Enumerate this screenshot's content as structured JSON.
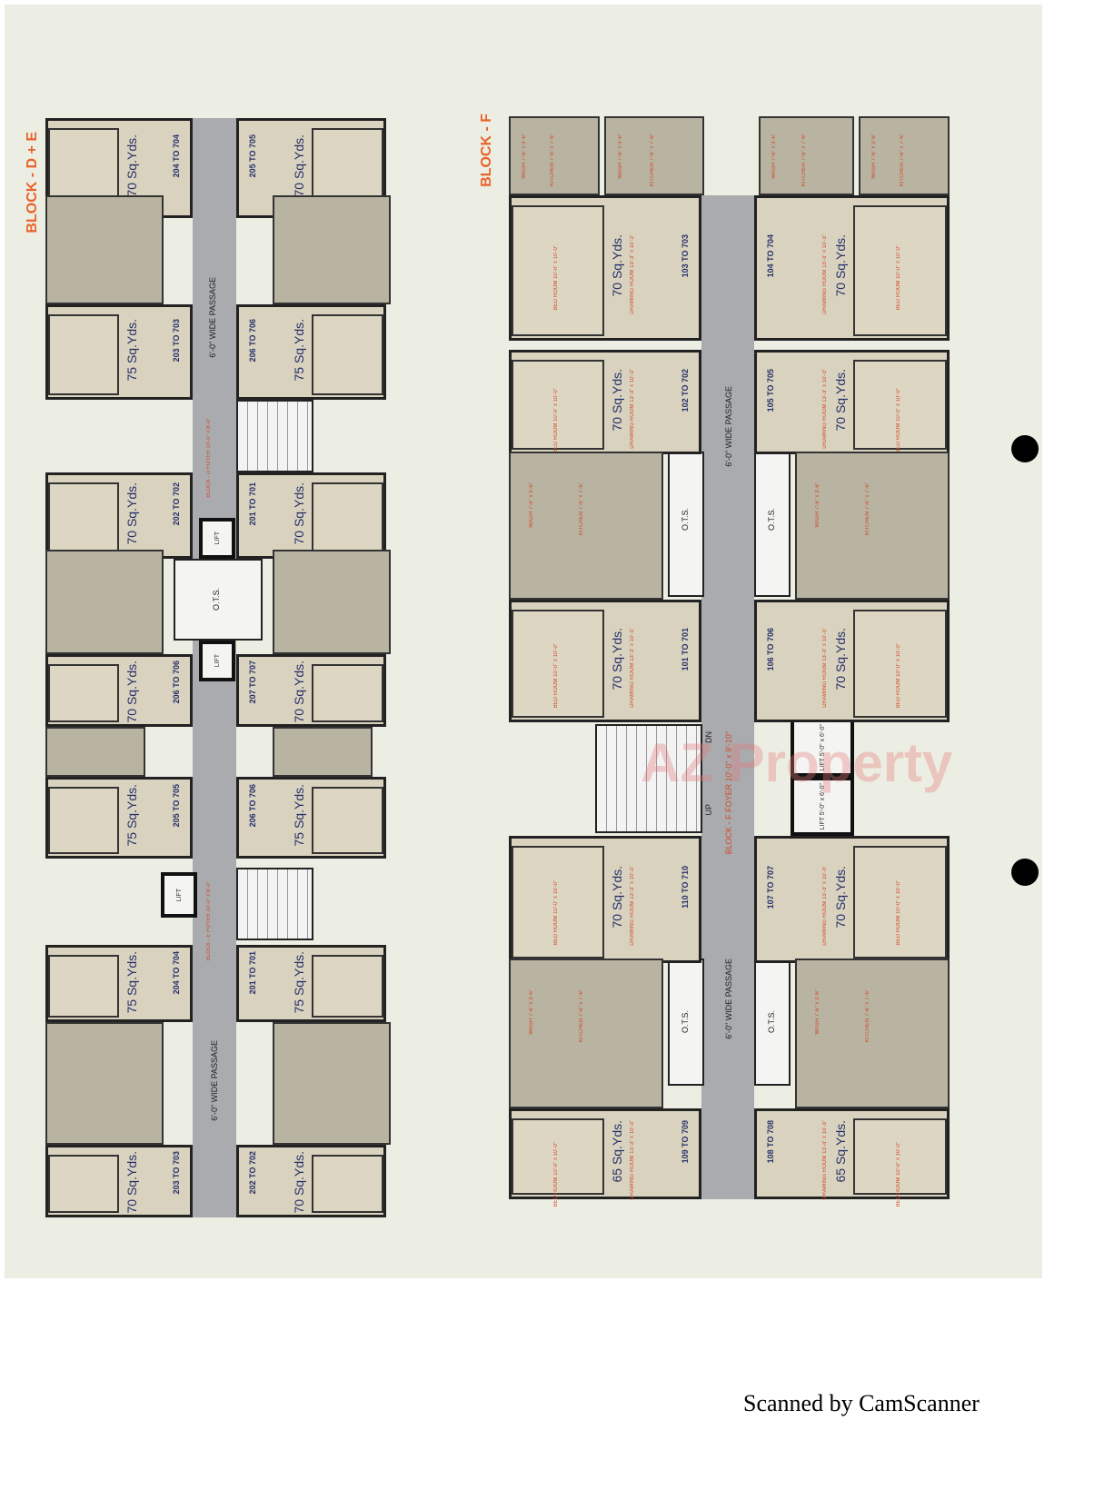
{
  "block_de": {
    "title": "BLOCK - D + E",
    "passage": "6'-0\" WIDE PASSAGE",
    "foyer_d": "BLOCK - D FOYER 10'-0\" x 8'-0\"",
    "foyer_e": "BLOCK - E FOYER 10'-0\" x 8'-0\"",
    "lift": "LIFT",
    "ots": "O.T.S.",
    "left_units": [
      {
        "area": "70 Sq.Yds.",
        "numbers": "204 TO 704"
      },
      {
        "area": "75 Sq.Yds.",
        "numbers": "203 TO 703"
      },
      {
        "area": "70 Sq.Yds.",
        "numbers": "202 TO 702"
      },
      {
        "area": "70 Sq.Yds.",
        "numbers": "206 TO 706"
      },
      {
        "area": "75 Sq.Yds.",
        "numbers": "205 TO 705"
      },
      {
        "area": "75 Sq.Yds.",
        "numbers": "204 TO 704"
      },
      {
        "area": "70 Sq.Yds.",
        "numbers": "203 TO 703"
      }
    ],
    "right_units": [
      {
        "area": "70 Sq.Yds.",
        "numbers": "205 TO 705"
      },
      {
        "area": "75 Sq.Yds.",
        "numbers": "206 TO 706"
      },
      {
        "area": "70 Sq.Yds.",
        "numbers": "201 TO 701"
      },
      {
        "area": "70 Sq.Yds.",
        "numbers": "207 TO 707"
      },
      {
        "area": "75 Sq.Yds.",
        "numbers": "206 TO 706"
      },
      {
        "area": "75 Sq.Yds.",
        "numbers": "201 TO 701"
      },
      {
        "area": "70 Sq.Yds.",
        "numbers": "202 TO 702"
      }
    ]
  },
  "block_f": {
    "title": "BLOCK - F",
    "passage": "6'-0\" WIDE PASSAGE",
    "foyer": "BLOCK - F FOYER 10'-0\" x 9'-10\"",
    "lift_1": "LIFT 5'-0\" x 6'-0\"",
    "lift_2": "LIFT 5'-0\" x 6'-0\"",
    "stair_up": "UP",
    "stair_dn": "DN",
    "ots": "O.T.S.",
    "bed_room": "BED ROOM 10'-0\" x 10'-0\"",
    "drawing_room": "DRAWING ROOM 13'-3\" x 10'-3\"",
    "kitchen": "KITCHEN 7'-6\" x 7'-6\"",
    "wash": "WASH 7'-6\" x 3'-6\"",
    "left_units": [
      {
        "area": "70 Sq.Yds.",
        "numbers": "103 TO 703"
      },
      {
        "area": "70 Sq.Yds.",
        "numbers": "102 TO 702"
      },
      {
        "area": "70 Sq.Yds.",
        "numbers": "101 TO 701"
      },
      {
        "area": "70 Sq.Yds.",
        "numbers": "110 TO 710"
      },
      {
        "area": "65 Sq.Yds.",
        "numbers": "109 TO 709"
      }
    ],
    "right_units": [
      {
        "area": "70 Sq.Yds.",
        "numbers": "104 TO 704"
      },
      {
        "area": "70 Sq.Yds.",
        "numbers": "105 TO 705"
      },
      {
        "area": "70 Sq.Yds.",
        "numbers": "106 TO 706"
      },
      {
        "area": "70 Sq.Yds.",
        "numbers": "107 TO 707"
      },
      {
        "area": "65 Sq.Yds.",
        "numbers": "108 TO 708"
      }
    ]
  },
  "watermark": "AZ Property",
  "footer": "Scanned by CamScanner",
  "colors": {
    "paper": "#eceee3",
    "unit": "#d9d2be",
    "corridor": "#a9abae",
    "label_red": "#e8632a",
    "label_blue": "#26306a"
  }
}
